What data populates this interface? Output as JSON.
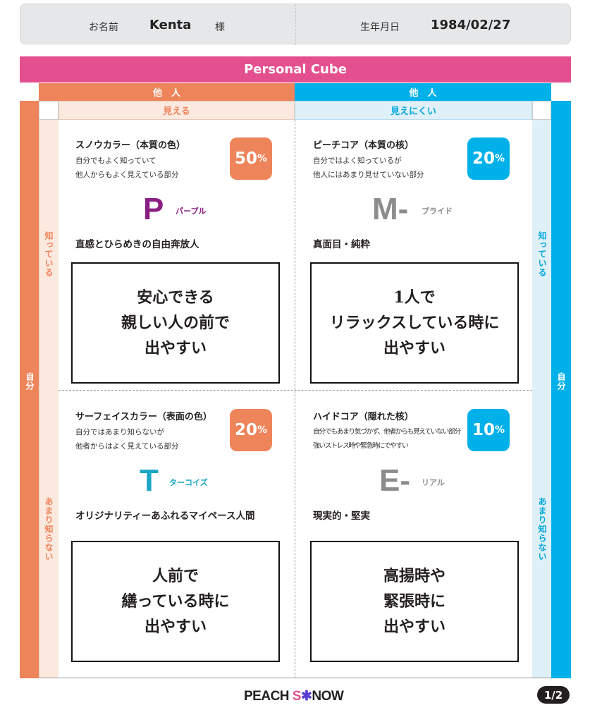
{
  "header": {
    "name_label": "お名前",
    "name_value": "Kenta",
    "honorific": "様",
    "dob_label": "生年月日",
    "dob_value": "1984/02/27"
  },
  "title": "Personal Cube",
  "axes": {
    "others_left": "他　人",
    "others_right": "他　人",
    "visible": "見える",
    "hard_to_see": "見えにくい",
    "self_left": "自分",
    "self_right": "自分",
    "known_left": "知っている",
    "known_right": "知っている",
    "unknown_left": "あまり知らない",
    "unknown_right": "あまり知らない"
  },
  "colors": {
    "pink": "#e4508f",
    "orange": "#ee845a",
    "blue": "#00b1e9",
    "purple": "#8a1f85",
    "turquoise": "#1aa6c4",
    "gray": "#8c8c8c"
  },
  "quadrants": [
    {
      "title": "スノウカラー（本質の色）",
      "desc1": "自分でもよく知っていて",
      "desc2": "他人からもよく見えている部分",
      "percent": "50",
      "pct_sign": "%",
      "code": "P",
      "color_name": "パープル",
      "trait": "直感とひらめきの自由奔放人",
      "note": "安心できる\n親しい人の前で\n出やすい"
    },
    {
      "title": "ピーチコア（本質の核）",
      "desc1": "自分ではよく知っているが",
      "desc2": "他人にはあまり見せていない部分",
      "percent": "20",
      "pct_sign": "%",
      "code": "M-",
      "color_name": "プライド",
      "trait": "真面目・純粋",
      "note": "1人で\nリラックスしている時に\n出やすい"
    },
    {
      "title": "サーフェイスカラー（表面の色）",
      "desc1": "自分ではあまり知らないが",
      "desc2": "他者からはよく見えている部分",
      "percent": "20",
      "pct_sign": "%",
      "code": "T",
      "color_name": "ターコイズ",
      "trait": "オリジナリティーあふれるマイペース人間",
      "note": "人前で\n繕っている時に\n出やすい"
    },
    {
      "title": "ハイドコア（隠れた核）",
      "desc1": "自分でもあまり気づかず、他者からも見えていない部分",
      "desc2": "強いストレス時や緊急時にでやすい",
      "percent": "10",
      "pct_sign": "%",
      "code": "E-",
      "color_name": "リアル",
      "trait": "現実的・堅実",
      "note": "高揚時や\n緊張時に\n出やすい"
    }
  ],
  "footer": {
    "logo_a": "PEACH ",
    "logo_s": "S",
    "logo_star": "✱",
    "logo_b": "NOW",
    "page": "1/2"
  }
}
